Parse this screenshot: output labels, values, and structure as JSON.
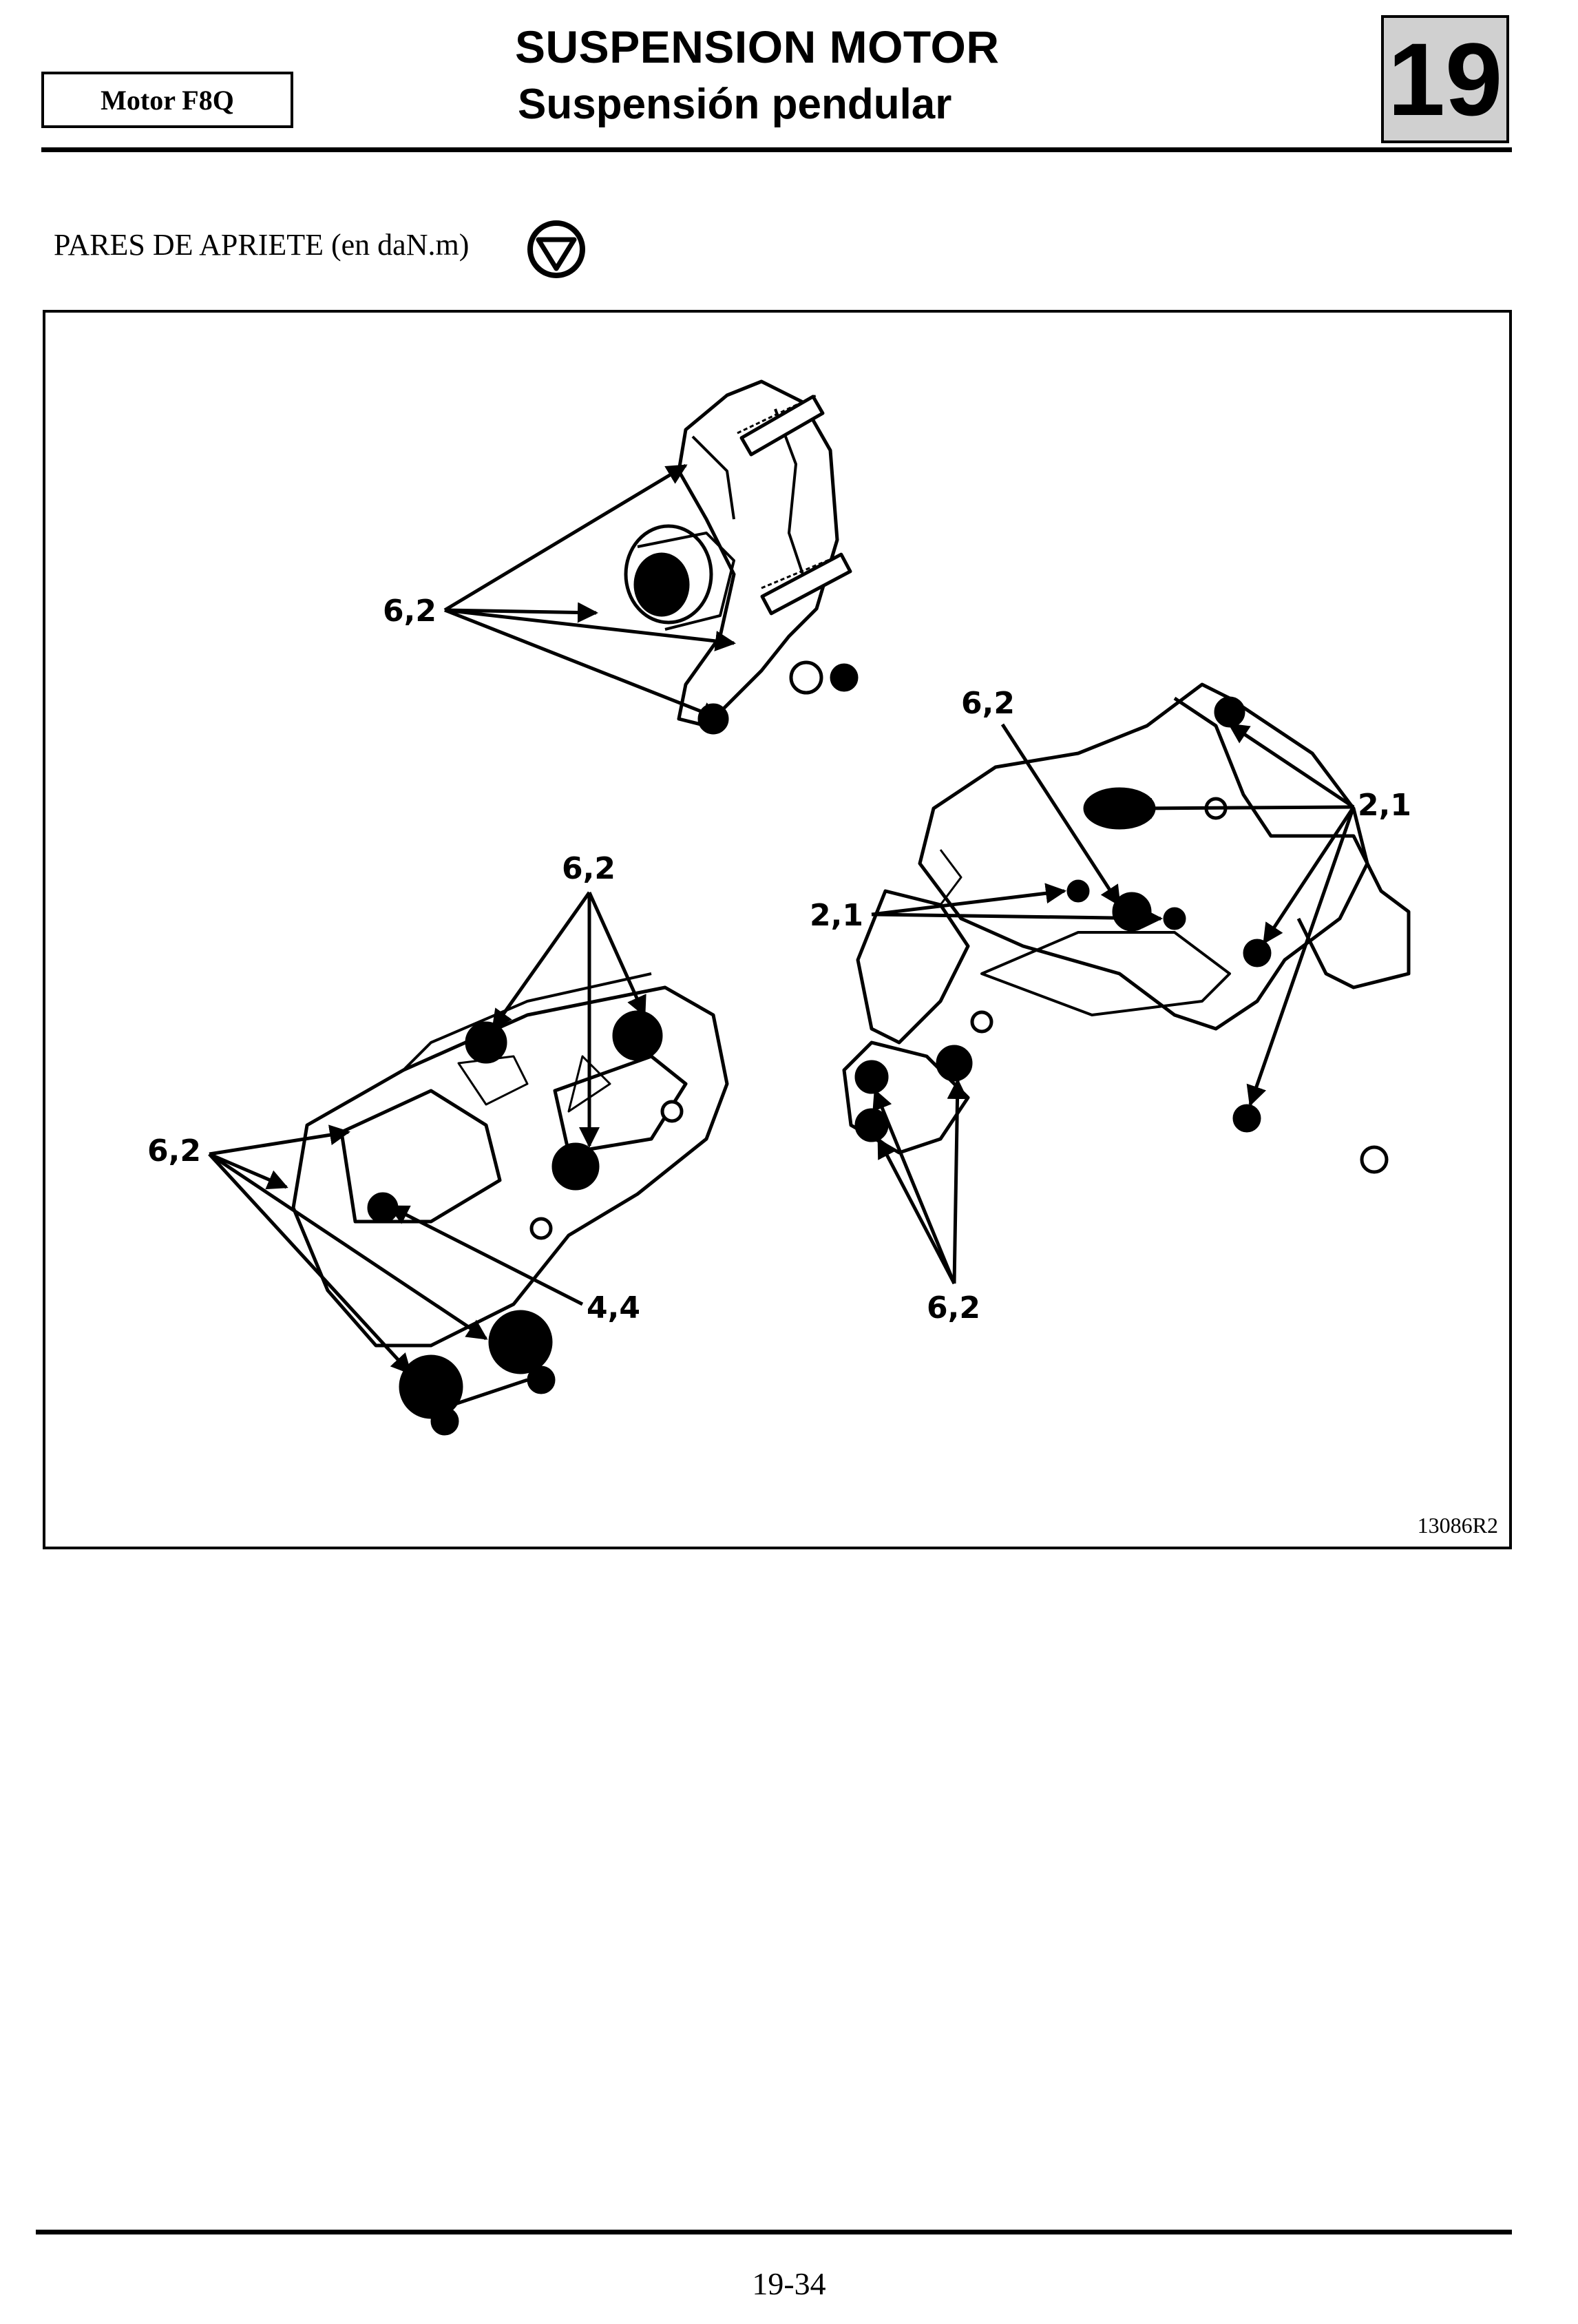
{
  "header": {
    "engine_label": "Motor F8Q",
    "title_line1": "SUSPENSION MOTOR",
    "title_line2": "Suspensión pendular",
    "chapter_number": "19"
  },
  "section": {
    "torque_heading": "PARES DE APRIETE (en daN.m)",
    "torque_icon": "torque-wrench-icon"
  },
  "figure": {
    "reference": "13086R2",
    "callouts": {
      "upper_mount": "6,2",
      "lower_left_top": "6,2",
      "lower_left_side": "6,2",
      "lower_left_bolt": "4,4",
      "right_top": "6,2",
      "right_left": "2,1",
      "right_right": "2,1",
      "right_bottom": "6,2"
    }
  },
  "footer": {
    "page_number": "19-34"
  }
}
